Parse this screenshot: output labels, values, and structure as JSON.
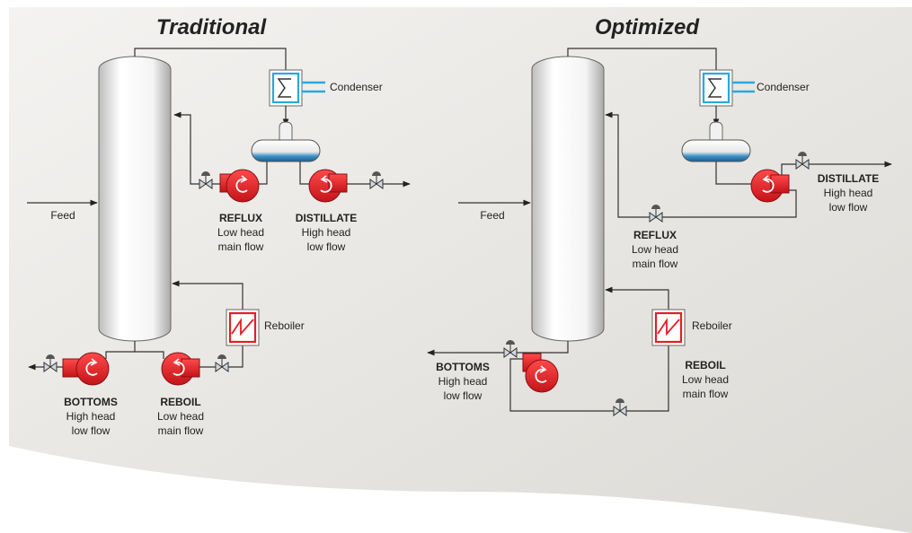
{
  "traditional": {
    "title": "Traditional",
    "feed": "Feed",
    "condenser": "Condenser",
    "reboiler": "Reboiler",
    "reflux": {
      "name": "REFLUX",
      "line1": "Low head",
      "line2": "main flow"
    },
    "distillate": {
      "name": "DISTILLATE",
      "line1": "High head",
      "line2": "low flow"
    },
    "bottoms": {
      "name": "BOTTOMS",
      "line1": "High head",
      "line2": "low flow"
    },
    "reboil": {
      "name": "REBOIL",
      "line1": "Low head",
      "line2": "main flow"
    }
  },
  "optimized": {
    "title": "Optimized",
    "feed": "Feed",
    "condenser": "Condenser",
    "reboiler": "Reboiler",
    "reflux": {
      "name": "REFLUX",
      "line1": "Low head",
      "line2": "main flow"
    },
    "distillate": {
      "name": "DISTILLATE",
      "line1": "High head",
      "line2": "low flow"
    },
    "bottoms": {
      "name": "BOTTOMS",
      "line1": "High head",
      "line2": "low flow"
    },
    "reboil": {
      "name": "REBOIL",
      "line1": "Low head",
      "line2": "main flow"
    }
  },
  "colors": {
    "pump": "#e31e24",
    "condenser_blue": "#2aa7df",
    "reboiler_red": "#e31e24",
    "background": "#ecebe8"
  }
}
